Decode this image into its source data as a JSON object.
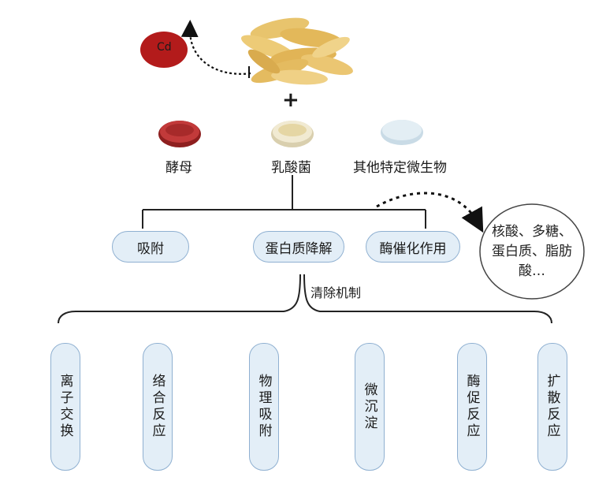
{
  "cd_label": "Cd",
  "plus_sign": "+",
  "microbes": [
    "酵母",
    "乳酸菌",
    "其他特定微生物"
  ],
  "mechanisms": [
    "吸附",
    "蛋白质降解",
    "酶催化作用"
  ],
  "products_text": "核酸、多糖、蛋白质、脂肪酸…",
  "clearance_label": "清除机制",
  "reactions": [
    "离子交换",
    "络合反应",
    "物理吸附",
    "微沉淀",
    "酶促反应",
    "扩散反应"
  ],
  "colors": {
    "cd_circle": "#b31b1b",
    "pill_fill": "#e3eef7",
    "pill_border": "#8fb0d1",
    "rice": "#e7c26a",
    "yeast_plate": "#a72a2a"
  }
}
